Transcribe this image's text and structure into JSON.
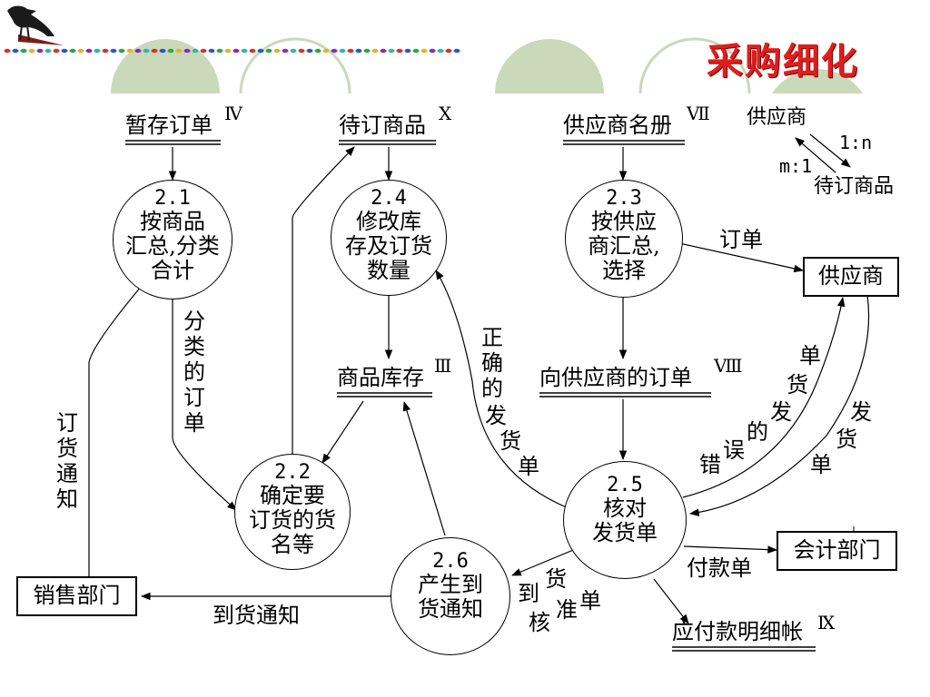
{
  "title": "采购细化",
  "colors": {
    "title": "#e01e1e",
    "arch": "#c9d9b9",
    "line": "#000000"
  },
  "icons": [
    "crow-icon",
    "dotted-beads-icon"
  ],
  "processes": {
    "p21": {
      "num": "2.1",
      "lines": [
        "按商品",
        "汇总,分类",
        "合计"
      ]
    },
    "p24": {
      "num": "2.4",
      "lines": [
        "修改库",
        "存及订货",
        "数量"
      ]
    },
    "p23": {
      "num": "2.3",
      "lines": [
        "按供应",
        "商汇总,",
        "选择"
      ]
    },
    "p22": {
      "num": "2.2",
      "lines": [
        "确定要",
        "订货的货",
        "名等"
      ]
    },
    "p25": {
      "num": "2.5",
      "lines": [
        "核对",
        "发货单"
      ]
    },
    "p26": {
      "num": "2.6",
      "lines": [
        "产生到",
        "货通知"
      ]
    }
  },
  "stores": {
    "s4": {
      "name": "暂存订单",
      "roman": "Ⅳ"
    },
    "s10": {
      "name": "待订商品",
      "roman": "Ⅹ"
    },
    "s7": {
      "name": "供应商名册",
      "roman": "Ⅶ"
    },
    "s3": {
      "name": "商品库存",
      "roman": "Ⅲ"
    },
    "s8": {
      "name": "向供应商的订单",
      "roman": "Ⅷ"
    },
    "s9": {
      "name": "应付款明细帐",
      "roman": "Ⅸ"
    }
  },
  "entities": {
    "supplier": "供应商",
    "accounting": "会计部门",
    "sales": "销售部门"
  },
  "flows": {
    "category_orders": "分类的订单",
    "order_notice": "订货通知",
    "correct_invoice": "正确的发货单",
    "order": "订单",
    "wrong_invoice": "错误的发货单",
    "invoice": "发货单",
    "payment": "付款单",
    "arrival_notice": "到货通知",
    "approved": "到货核准单"
  },
  "legend": {
    "top": "供应商",
    "bottom": "待订商品",
    "ratio_top": "1:n",
    "ratio_bottom": "m:1"
  }
}
